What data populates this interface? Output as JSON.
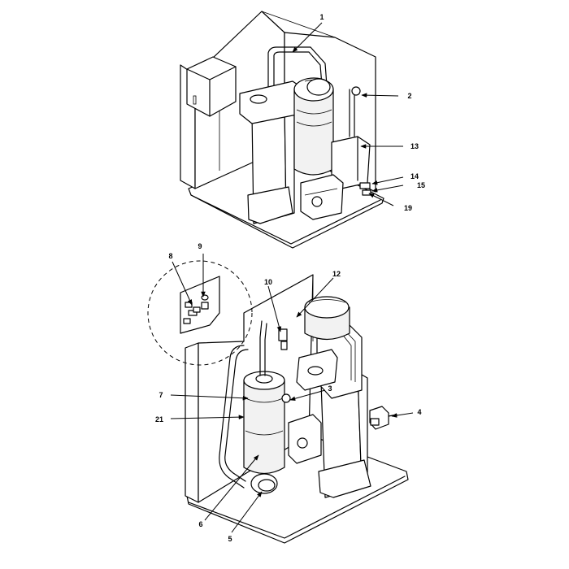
{
  "callouts": {
    "c1": "1",
    "c2": "2",
    "c13": "13",
    "c14": "14",
    "c15": "15",
    "c19": "19",
    "c8": "8",
    "c9": "9",
    "c10": "10",
    "c12": "12",
    "c3": "3",
    "c4": "4",
    "c7": "7",
    "c21": "21",
    "c6": "6",
    "c5": "5"
  }
}
